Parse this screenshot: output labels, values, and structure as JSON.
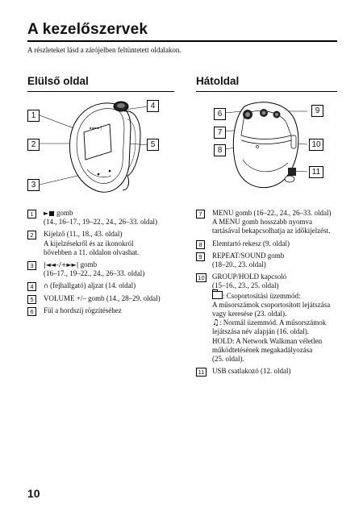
{
  "page": {
    "title": "A kezelőszervek",
    "intro": "A részleteket lásd a zárójelben feltüntetett oldalakon.",
    "page_number": "10"
  },
  "front": {
    "heading": "Elülső oldal",
    "callouts": [
      "1",
      "2",
      "3",
      "4",
      "5"
    ]
  },
  "back": {
    "heading": "Hátoldal",
    "callouts": [
      "6",
      "7",
      "8",
      "9",
      "10",
      "11"
    ]
  },
  "items_left": [
    {
      "num": "1",
      "symbol": "►■",
      "line1": " gomb",
      "line2": "(14., 16–17., 19–22., 24., 26–33. oldal)"
    },
    {
      "num": "2",
      "line1": "Kijelző (11., 18., 43. oldal)",
      "line2": "A kijelzésekről és az ikonokról",
      "line3": "bővebben a 11. oldalon olvashat."
    },
    {
      "num": "3",
      "symbol": "|◄◄–/+►►|",
      "line1": " gomb",
      "line2": "(16–17., 19–22., 24., 26–33. oldal)"
    },
    {
      "num": "4",
      "symbol": "∩",
      "line1": " (fejhallgató) aljzat (14. oldal)"
    },
    {
      "num": "5",
      "line1": "VOLUME +/– gomb (14., 28–29. oldal)"
    },
    {
      "num": "6",
      "line1": "Fül a hordszíj rögzítéséhez"
    }
  ],
  "items_right": [
    {
      "num": "7",
      "line1": "MENU gomb (16–22., 24., 26–33. oldal)",
      "line2": "A MENU gomb hosszabb nyomva",
      "line3": "tartásával bekapcsolhatja az időkijelzést."
    },
    {
      "num": "8",
      "line1": "Elemtartó rekesz (9. oldal)"
    },
    {
      "num": "9",
      "line1": "REPEAT/SOUND gomb",
      "line2": "(18–20., 23. oldal)"
    },
    {
      "num": "10",
      "line1": "GROUP/HOLD kapcsoló",
      "line2": "(15–16., 23., 25. oldal)",
      "line3": ": Csoportosítási üzemmód:",
      "line4": "A műsorszámok csoportosított lejátszása",
      "line5": "vagy keresése (23. oldal).",
      "line6": ": Normál üzemmód. A műsorszámok",
      "line7": "lejátszása név alapján (16. oldal).",
      "line8": "HOLD: A Network Walkman véletlen",
      "line9": "működtetésének megakadályozása",
      "line10": "(25. oldal)."
    },
    {
      "num": "11",
      "line1": "USB csatlakozó (12. oldal)"
    }
  ]
}
